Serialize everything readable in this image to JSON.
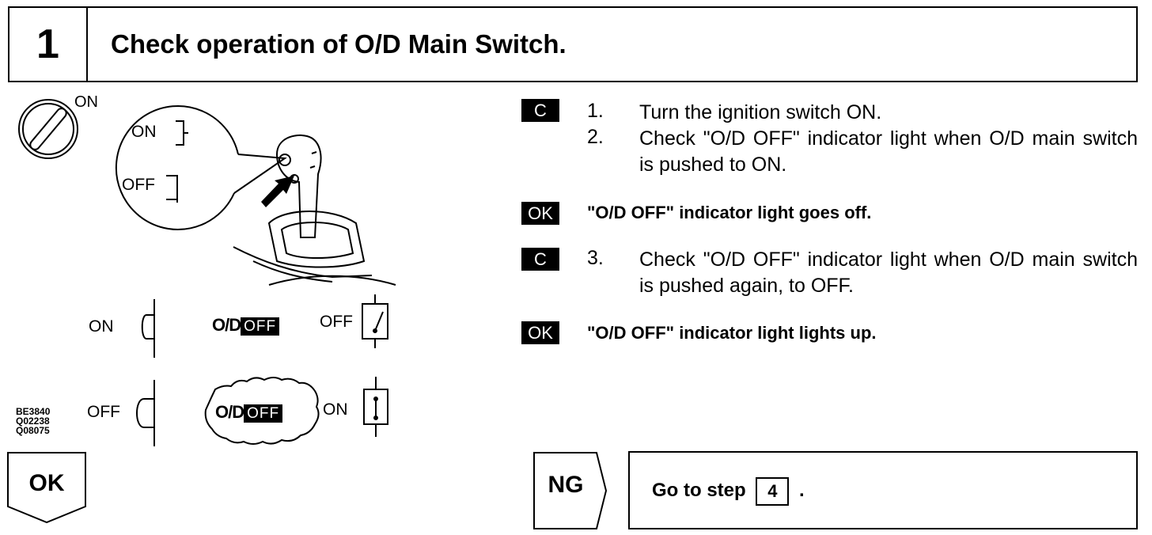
{
  "header": {
    "step_number": "1",
    "title": "Check operation of O/D Main Switch."
  },
  "illustration": {
    "ignition_label": "ON",
    "zoom_on": "ON",
    "zoom_off": "OFF",
    "row1_switch_label": "ON",
    "row1_od": "O/D",
    "row1_off_box": "OFF",
    "row1_contact_label": "OFF",
    "row2_switch_label": "OFF",
    "row2_od": "O/D",
    "row2_off_box": "OFF",
    "row2_contact_label": "ON",
    "codes": [
      "BE3840",
      "Q02238",
      "Q08075"
    ]
  },
  "procedure": {
    "tag_c": "C",
    "tag_ok": "OK",
    "step1_num": "1.",
    "step1_text": "Turn the ignition switch ON.",
    "step2_num": "2.",
    "step2_text": "Check \"O/D OFF\" indicator light when O/D main switch is pushed to ON.",
    "ok1_text": "\"O/D OFF\" indicator light goes off.",
    "step3_num": "3.",
    "step3_text": "Check \"O/D OFF\" indicator light when O/D main switch is pushed again, to OFF.",
    "ok2_text": "\"O/D OFF\" indicator light lights up."
  },
  "result": {
    "ok_label": "OK",
    "ng_label": "NG",
    "goto_prefix": "Go to step",
    "goto_step": "4",
    "goto_suffix": "."
  }
}
